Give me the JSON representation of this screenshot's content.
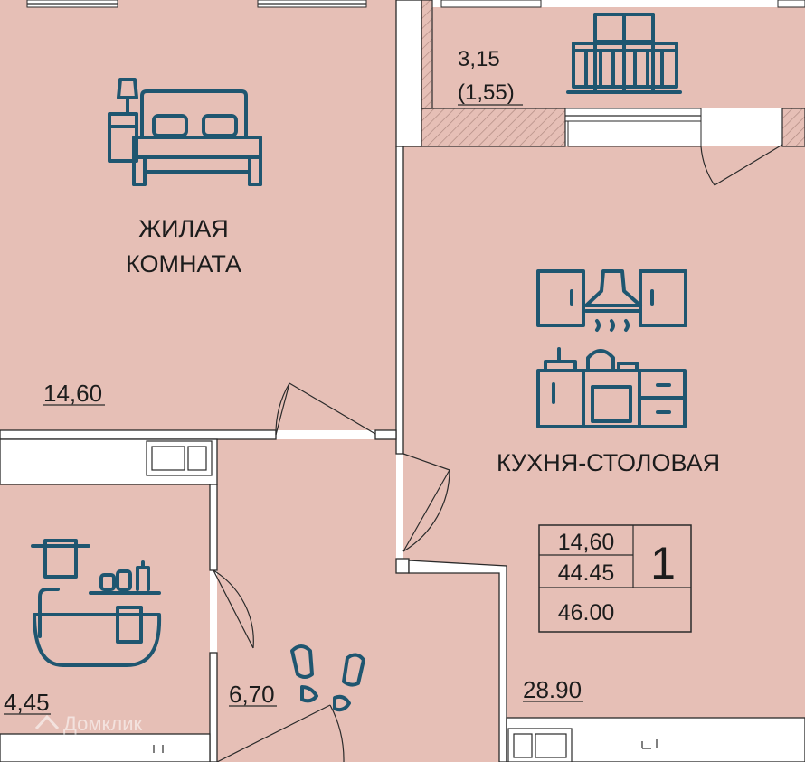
{
  "colors": {
    "floor": "#e6bfb6",
    "wall": "#ffffff",
    "line": "#2a2a2a",
    "icon": "#1f5670",
    "hatch": "#b08a82"
  },
  "rooms": {
    "living": {
      "name_line1": "ЖИЛАЯ",
      "name_line2": "КОМНАТА",
      "area": "14,60",
      "icon": "bed-icon"
    },
    "kitchen": {
      "name": "КУХНЯ-СТОЛОВАЯ",
      "area": "28.90",
      "icon": "kitchen-icon"
    },
    "balcony": {
      "area": "3,15",
      "area_reduced": "(1,55)",
      "icon": "balcony-icon"
    },
    "bathroom": {
      "area": "4,45",
      "icon": "bathtub-icon"
    },
    "hallway": {
      "area": "6,70",
      "icon": "footprints-icon"
    }
  },
  "summary": {
    "living_area": "14,60",
    "total_no_balcony": "44.45",
    "total_area": "46.00",
    "rooms_count": "1"
  },
  "watermark": "Домклик"
}
